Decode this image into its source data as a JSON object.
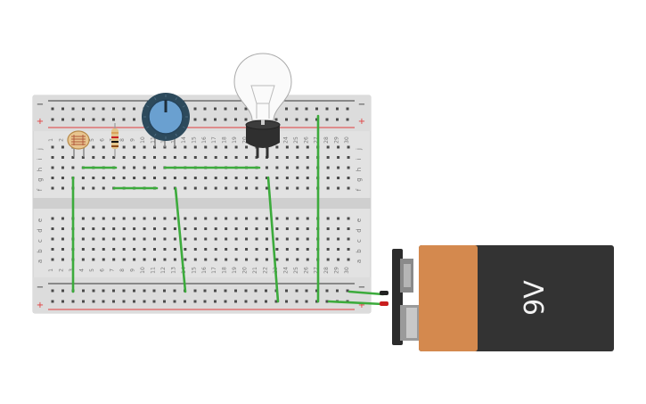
{
  "breadboard": {
    "rail_minus": "−",
    "rail_plus": "+",
    "row_letters_top": [
      "j",
      "i",
      "h",
      "g",
      "f"
    ],
    "row_letters_bottom": [
      "e",
      "d",
      "c",
      "b",
      "a"
    ],
    "columns": [
      "1",
      "2",
      "3",
      "4",
      "5",
      "6",
      "7",
      "8",
      "9",
      "10",
      "11",
      "12",
      "13",
      "14",
      "15",
      "16",
      "17",
      "18",
      "19",
      "20",
      "21",
      "22",
      "23",
      "24",
      "25",
      "26",
      "27",
      "28",
      "29",
      "30"
    ]
  },
  "components": {
    "photoresistor": "photoresistor-icon",
    "resistor": "resistor-icon",
    "potentiometer": "potentiometer-icon",
    "bulb": "light-bulb-icon",
    "transistor": "transistor-icon"
  },
  "battery": {
    "label": "9V",
    "colors": {
      "body": "#333333",
      "band": "#d4894e",
      "cap": "#2c2c2c",
      "red_lead": "#c81e1e",
      "black_lead": "#222222"
    }
  },
  "colors": {
    "wire": "#3cab3c",
    "board": "#e6e6e6",
    "rail_red": "#e03c3c",
    "rail_black": "#333333"
  }
}
